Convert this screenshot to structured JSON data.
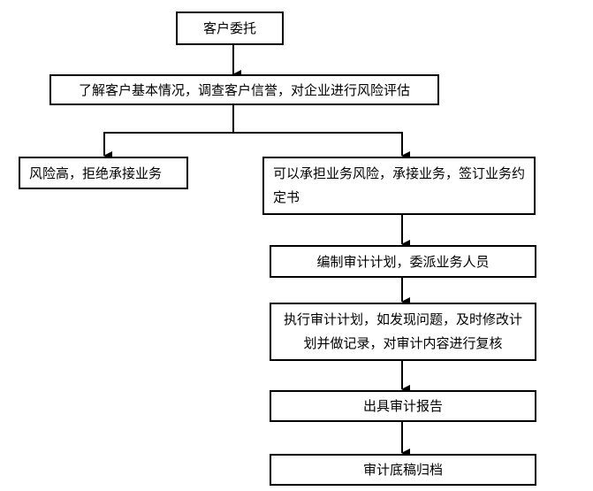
{
  "flowchart": {
    "nodes": {
      "client_commission": "客户委托",
      "understand_client": "了解客户基本情况，调查客户信誉，对企业进行风险评估",
      "high_risk_reject": "风险高，拒绝承接业务",
      "accept_engagement": "可以承担业务风险，承接业务，签订业务约定书",
      "prepare_audit_plan": "编制审计计划，委派业务人员",
      "execute_audit_plan": "执行审计计划，如发现问题，及时修改计划并做记录，对审计内容进行复核",
      "issue_audit_report": "出具审计报告",
      "archive_working_papers": "审计底稿归档"
    }
  },
  "colors": {
    "line": "#000000",
    "box_border": "#000000",
    "box_fill": "#ffffff",
    "text": "#000000"
  }
}
